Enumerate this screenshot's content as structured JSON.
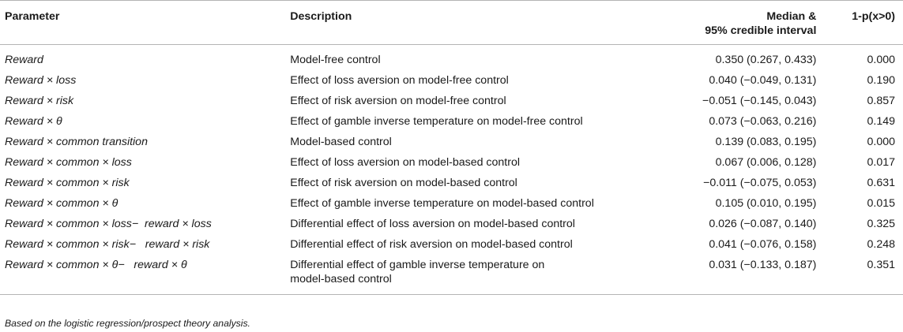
{
  "headers": {
    "parameter": "Parameter",
    "description": "Description",
    "median_line1": "Median &",
    "median_line2": "95% credible interval",
    "p": "1-p(x>0)"
  },
  "rows": [
    {
      "parameter": "Reward",
      "description": "Model-free control",
      "median": "0.350 (0.267, 0.433)",
      "p": "0.000"
    },
    {
      "parameter": "Reward × loss",
      "description": "Effect of loss aversion on model-free control",
      "median": "0.040 (−0.049, 0.131)",
      "p": "0.190"
    },
    {
      "parameter": "Reward × risk",
      "description": "Effect of risk aversion on model-free control",
      "median": "−0.051 (−0.145, 0.043)",
      "p": "0.857"
    },
    {
      "parameter": "Reward × θ",
      "description": "Effect of gamble inverse temperature on model-free control",
      "median": "0.073 (−0.063, 0.216)",
      "p": "0.149"
    },
    {
      "parameter": "Reward × common transition",
      "description": "Model-based control",
      "median": "0.139 (0.083, 0.195)",
      "p": "0.000"
    },
    {
      "parameter": "Reward × common × loss",
      "description": "Effect of loss aversion on model-based control",
      "median": "0.067 (0.006, 0.128)",
      "p": "0.017"
    },
    {
      "parameter": "Reward × common × risk",
      "description": "Effect of risk aversion on model-based control",
      "median": "−0.011 (−0.075, 0.053)",
      "p": "0.631"
    },
    {
      "parameter": "Reward × common × θ",
      "description": "Effect of gamble inverse temperature on model-based control",
      "median": "0.105 (0.010, 0.195)",
      "p": "0.015"
    },
    {
      "parameter": "Reward × common × loss−  reward × loss",
      "description": "Differential effect of loss aversion on model-based control",
      "median": "0.026 (−0.087, 0.140)",
      "p": "0.325"
    },
    {
      "parameter": "Reward × common × risk−   reward × risk",
      "description": "Differential effect of risk aversion on model-based control",
      "median": "0.041 (−0.076, 0.158)",
      "p": "0.248"
    },
    {
      "parameter": "Reward × common × θ−   reward × θ",
      "description": "Differential effect of gamble inverse temperature on",
      "description2": "model-based control",
      "median": "0.031 (−0.133, 0.187)",
      "p": "0.351"
    }
  ],
  "footnote": "Based on the logistic regression/prospect theory analysis."
}
